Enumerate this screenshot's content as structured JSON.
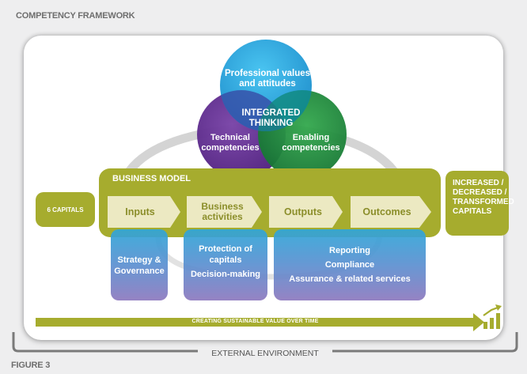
{
  "header": {
    "title": "COMPETENCY FRAMEWORK"
  },
  "venn": {
    "top": "Professional values and attitudes",
    "center_line1": "INTEGRATED",
    "center_line2": "THINKING",
    "left_line1": "Technical",
    "left_line2": "competencies",
    "right_line1": "Enabling",
    "right_line2": "competencies"
  },
  "capitals": {
    "label": "6 CAPITALS"
  },
  "business_model": {
    "title": "BUSINESS MODEL",
    "steps": [
      "Inputs",
      "Business activities",
      "Outputs",
      "Outcomes"
    ]
  },
  "result": {
    "line1": "INCREASED /",
    "line2": "DECREASED /",
    "line3": "TRANSFORMED",
    "line4": "CAPITALS"
  },
  "purple_boxes": {
    "box1_line1": "Strategy &",
    "box1_line2": "Governance",
    "box2_line1": "Protection of",
    "box2_line2": "capitals",
    "box2_line3": "Decision-making",
    "box3_line1": "Reporting",
    "box3_line2": "Compliance",
    "box3_line3": "Assurance & related services"
  },
  "value_arrow": {
    "label": "CREATING SUSTAINABLE VALUE OVER TIME"
  },
  "environment": {
    "label": "EXTERNAL ENVIRONMENT"
  },
  "footer": {
    "figure": "FIGURE 3"
  },
  "colors": {
    "olive": "#a6ac2e",
    "chip": "#ece9c2",
    "blue": "#1fa3dc",
    "purple": "#64308f",
    "green": "#1f8a3c"
  }
}
